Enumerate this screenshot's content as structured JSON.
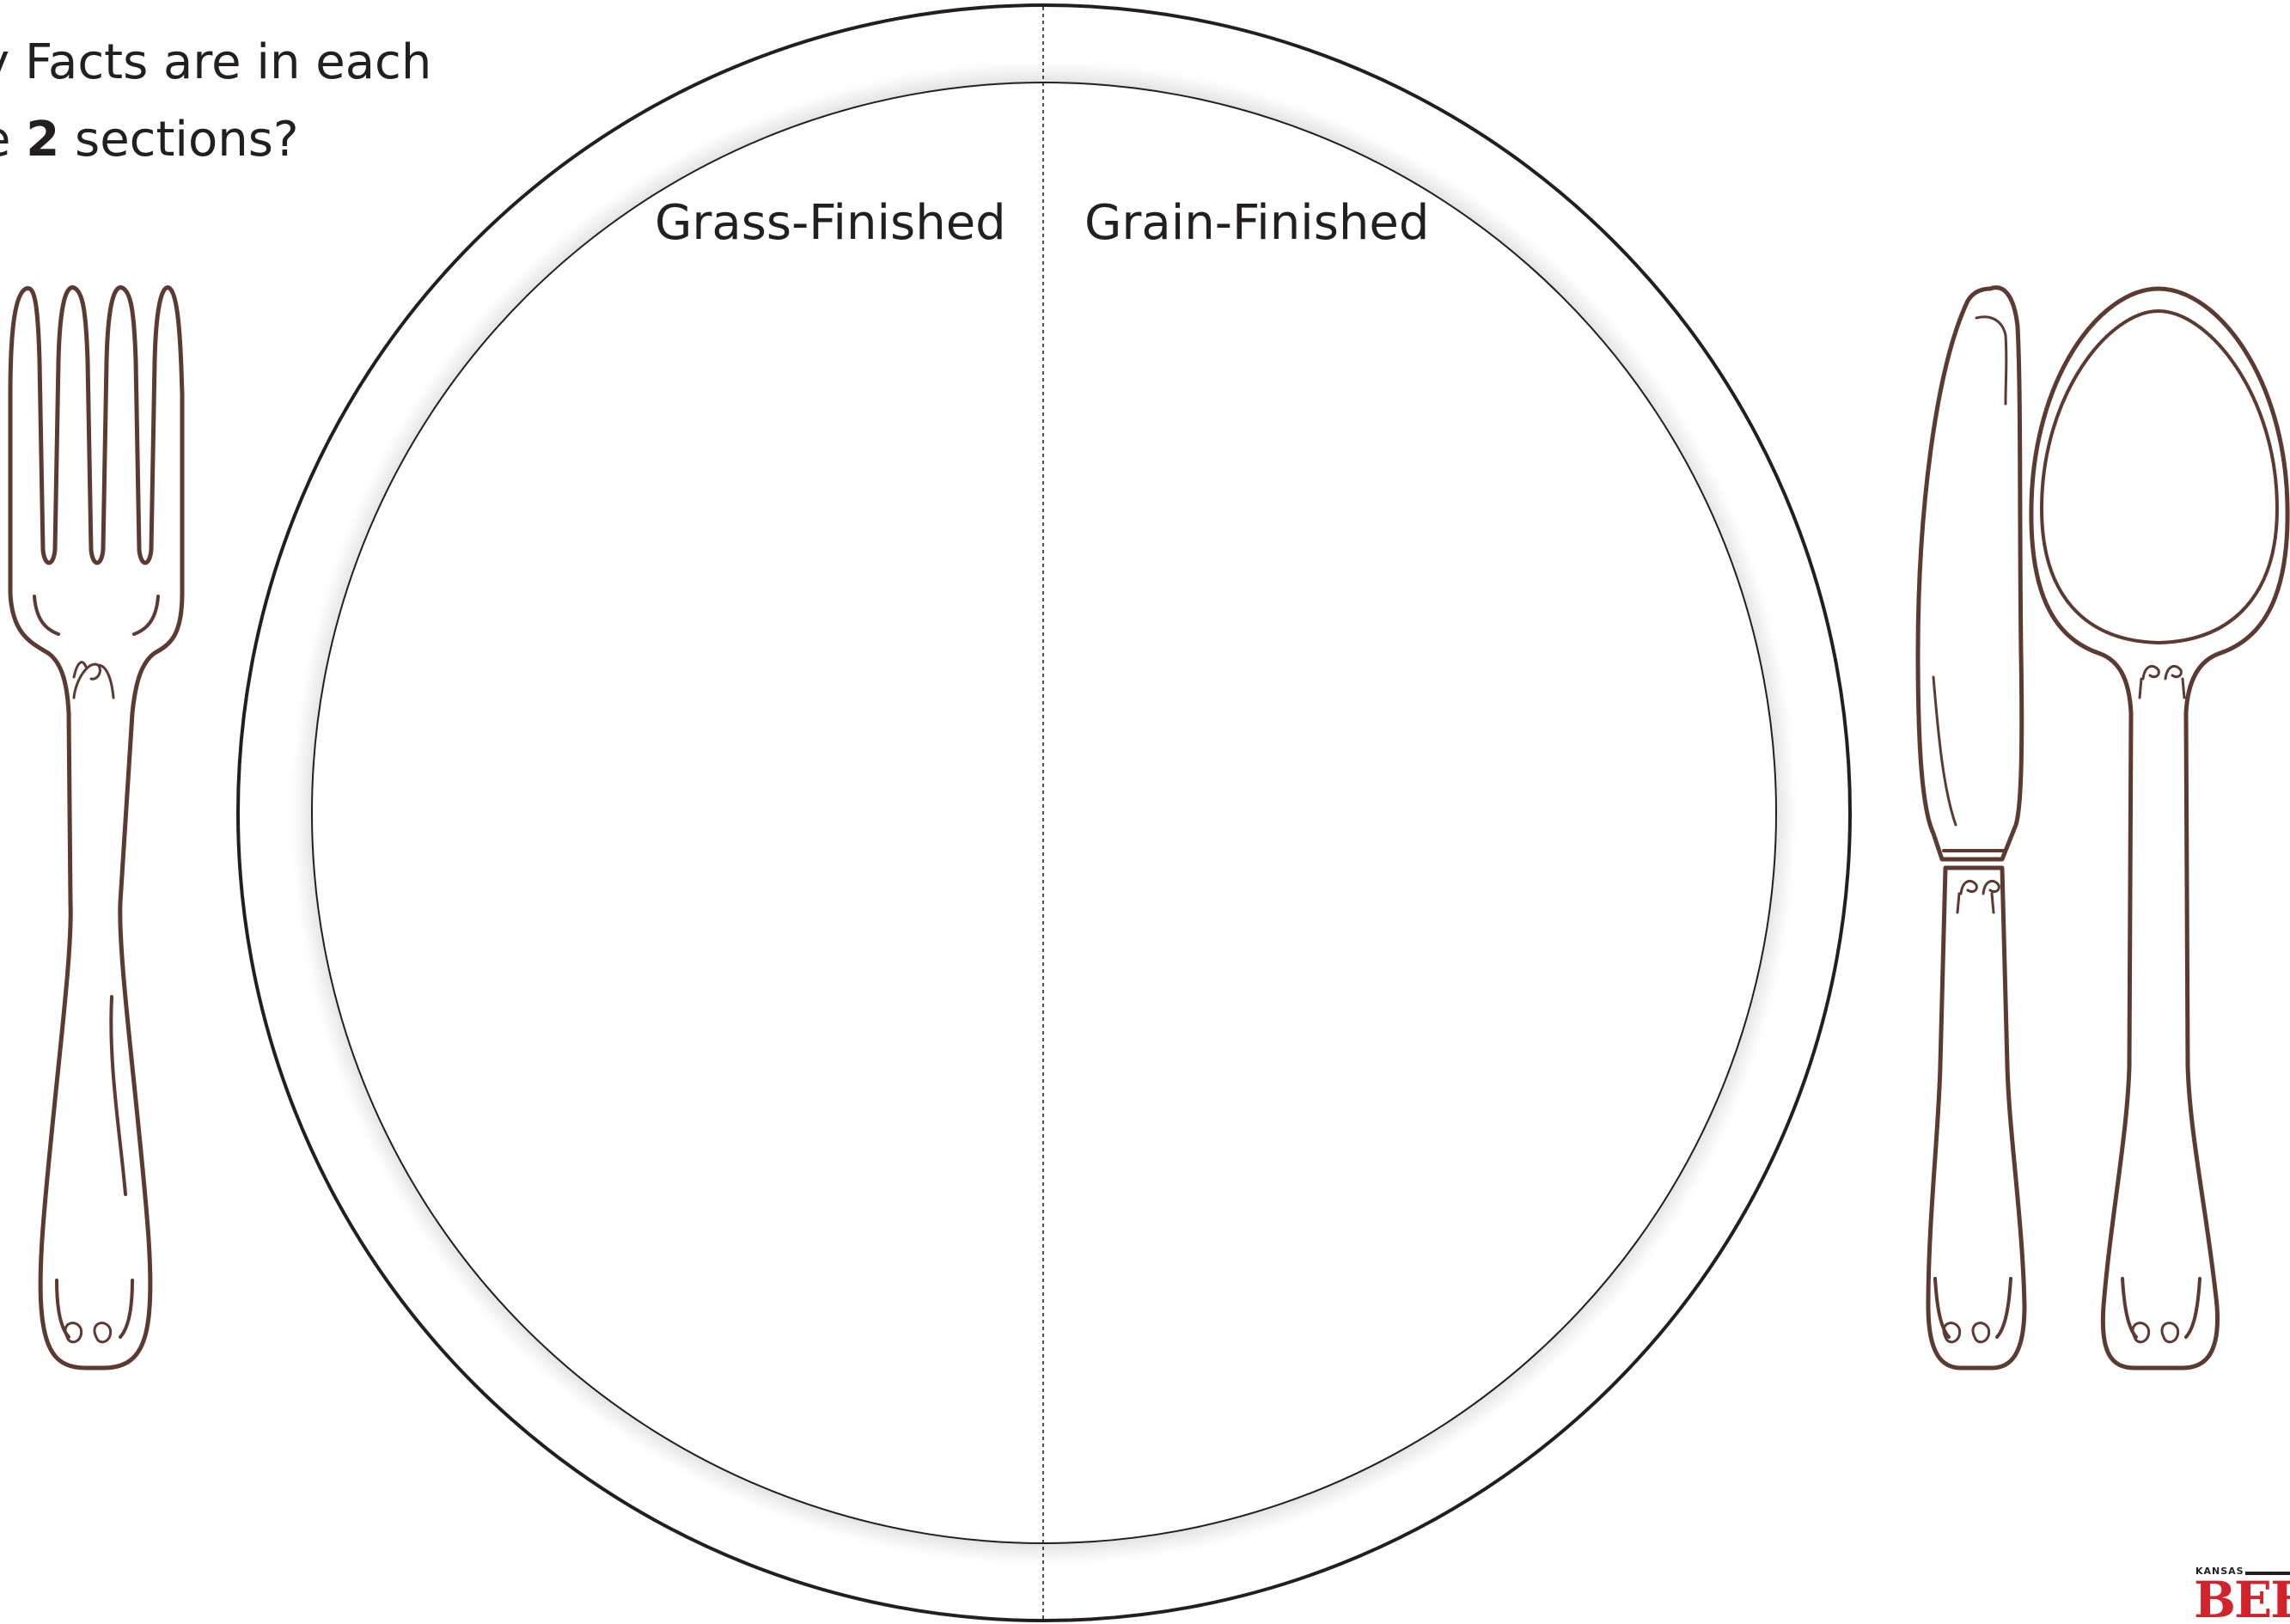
{
  "prompt": {
    "line1": "y Facts are in each",
    "line2_pre": "e ",
    "line2_bold": "2",
    "line2_post": " sections?"
  },
  "plate": {
    "left_label": "Grass-Finished",
    "right_label": "Grain-Finished"
  },
  "logo": {
    "small_text": "KANSAS",
    "brand_text": "BEEF"
  },
  "colors": {
    "utensil_stroke": "#5c3a32",
    "plate_stroke": "#231f20",
    "text": "#231f20",
    "brand_red": "#d2232a"
  }
}
